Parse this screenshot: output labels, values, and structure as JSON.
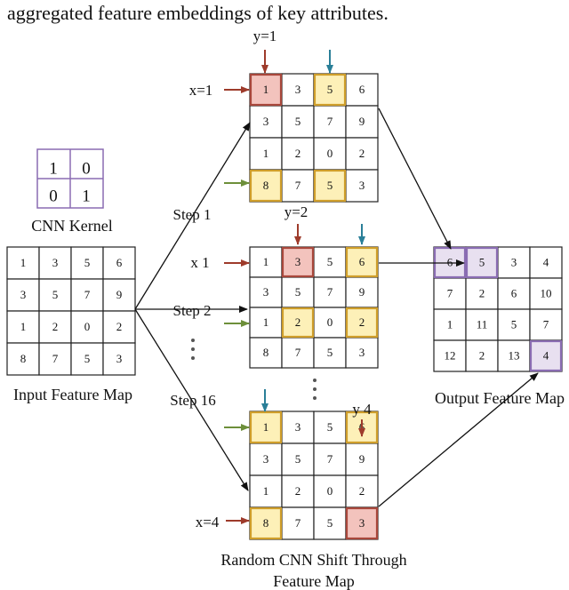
{
  "top_caption": "aggregated feature embeddings of key attributes.",
  "kernel": {
    "label": "CNN Kernel",
    "values": [
      [
        1,
        0
      ],
      [
        0,
        1
      ]
    ],
    "border_color": "#8a6cb2"
  },
  "input_map": {
    "label": "Input Feature Map",
    "values": [
      [
        1,
        3,
        5,
        6
      ],
      [
        3,
        5,
        7,
        9
      ],
      [
        1,
        2,
        0,
        2
      ],
      [
        8,
        7,
        5,
        3
      ]
    ]
  },
  "output_map": {
    "label": "Output Feature Map",
    "values": [
      [
        6,
        5,
        3,
        4
      ],
      [
        7,
        2,
        6,
        10
      ],
      [
        1,
        11,
        5,
        7
      ],
      [
        12,
        2,
        13,
        4
      ]
    ]
  },
  "steps": [
    "Step 1",
    "Step 2",
    "Step 16"
  ],
  "grids": [
    {
      "values": [
        [
          1,
          3,
          5,
          6
        ],
        [
          3,
          5,
          7,
          9
        ],
        [
          1,
          2,
          0,
          2
        ],
        [
          8,
          7,
          5,
          3
        ]
      ],
      "y_label": "y=1",
      "x_label": "x=1"
    },
    {
      "values": [
        [
          1,
          3,
          5,
          6
        ],
        [
          3,
          5,
          7,
          9
        ],
        [
          1,
          2,
          0,
          2
        ],
        [
          8,
          7,
          5,
          3
        ]
      ],
      "y_label": "y=2",
      "x_label": "x 1"
    },
    {
      "values": [
        [
          1,
          3,
          5,
          6
        ],
        [
          3,
          5,
          7,
          9
        ],
        [
          1,
          2,
          0,
          2
        ],
        [
          8,
          7,
          5,
          3
        ]
      ],
      "y_label": "y 4",
      "x_label": "x=4"
    }
  ],
  "bottom_caption": [
    "Random CNN Shift Through",
    "Feature Map"
  ],
  "colors": {
    "red_arrow": "#9e3b2b",
    "teal_arrow": "#2a7f98",
    "green_arrow": "#6d8f3a",
    "highlight_red_fill": "#f3c3bd",
    "highlight_red_stroke": "#a8473b",
    "highlight_yellow_fill": "#fdf0b8",
    "highlight_yellow_stroke": "#cf9e2a",
    "purple_fill": "#e8e0f0",
    "purple_stroke": "#8a6cb2"
  }
}
